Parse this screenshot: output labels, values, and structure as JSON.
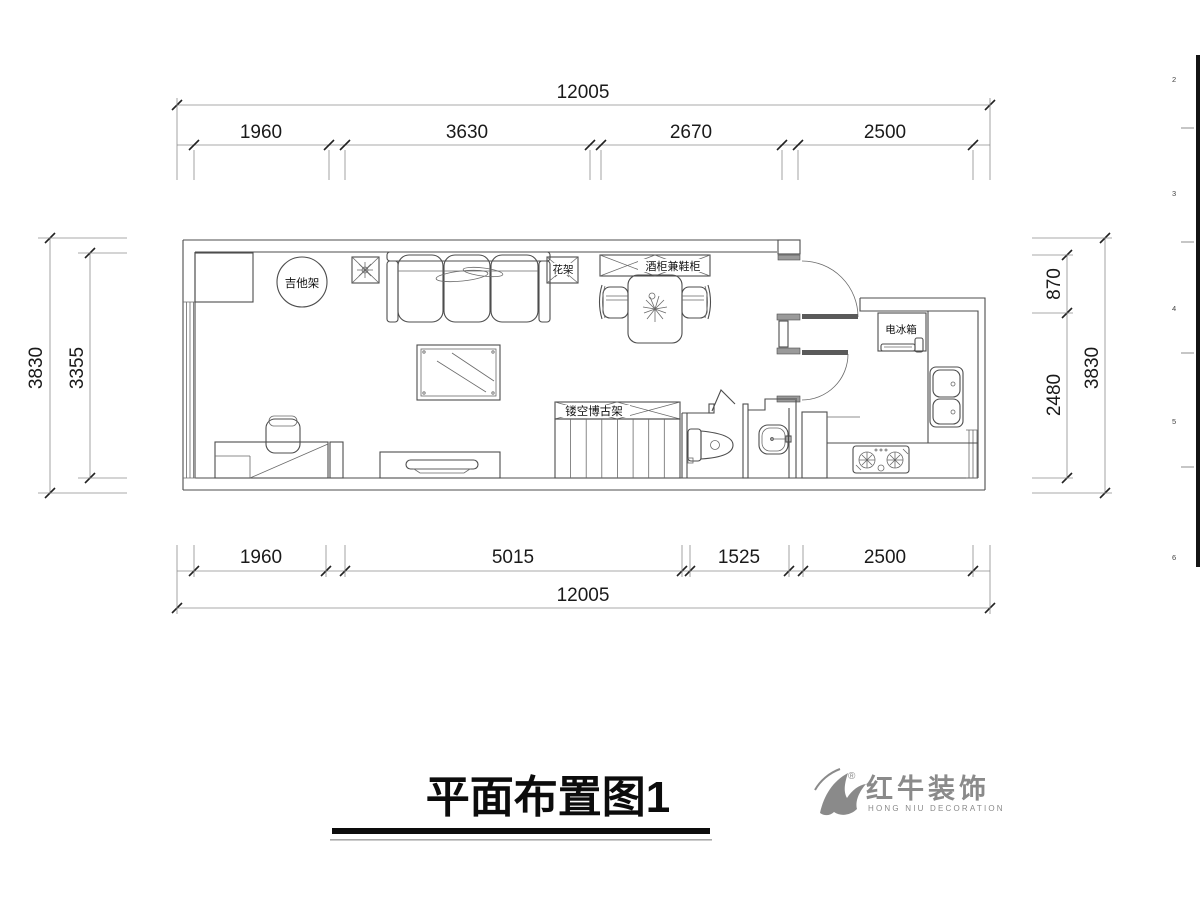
{
  "title": {
    "text": "平面布置图1"
  },
  "logo": {
    "cn": "红牛装饰",
    "en": "HONG NIU DECORATION",
    "reg": "®",
    "color": "#8a8a8a"
  },
  "dims": {
    "top_total": "12005",
    "top_segments": [
      "1960",
      "3630",
      "2670",
      "2500"
    ],
    "bottom_total": "12005",
    "bottom_segments": [
      "1960",
      "5015",
      "1525",
      "2500"
    ],
    "left_outer": "3830",
    "left_inner": "3355",
    "right_outer": "3830",
    "right_segments": [
      "870",
      "2480"
    ]
  },
  "labels": {
    "guitar_rack": "吉他架",
    "flower_rack": "花架",
    "wine_shoe_cabinet": "酒柜兼鞋柜",
    "fridge": "电冰箱",
    "display_shelf": "镂空博古架"
  },
  "ruler_numbers": [
    "2",
    "3",
    "4",
    "5",
    "6"
  ],
  "furniture": [
    "guitar-rack",
    "plant-box",
    "sofa",
    "coffee-table",
    "flower-rack",
    "wine-shoe-cabinet",
    "dining-table",
    "dining-chair",
    "display-shelf",
    "stairs",
    "desk",
    "desk-chair",
    "tv-cabinet",
    "tv",
    "toilet",
    "wash-basin",
    "refrigerator",
    "kitchen-sink",
    "gas-stove",
    "entry-door",
    "interior-door",
    "bathroom-door"
  ],
  "colors": {
    "line": "#4d4d4d",
    "text": "#1a1a1a",
    "logo_gray": "#8a8a8a"
  }
}
